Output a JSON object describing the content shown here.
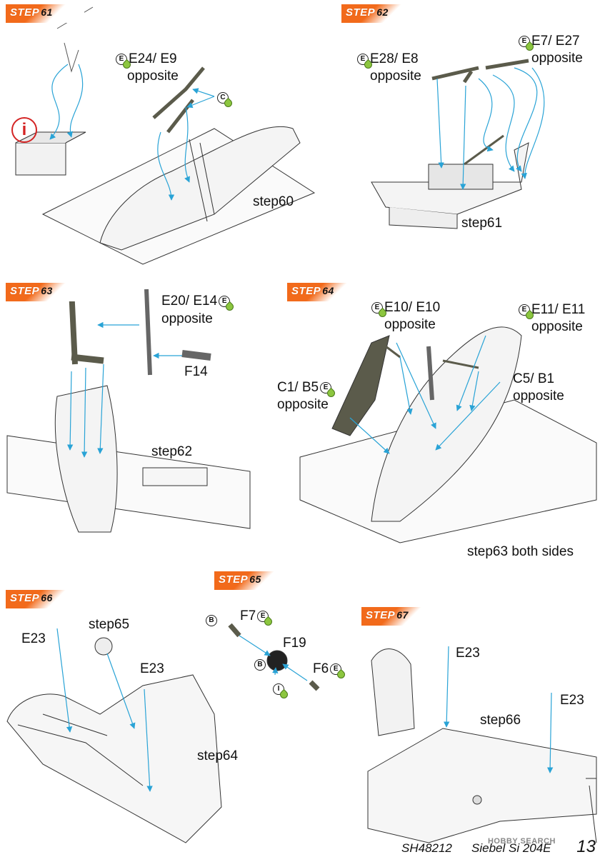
{
  "steps": {
    "s61": {
      "word": "STEP",
      "num": "61"
    },
    "s62": {
      "word": "STEP",
      "num": "62"
    },
    "s63": {
      "word": "STEP",
      "num": "63"
    },
    "s64": {
      "word": "STEP",
      "num": "64"
    },
    "s65": {
      "word": "STEP",
      "num": "65"
    },
    "s66": {
      "word": "STEP",
      "num": "66"
    },
    "s67": {
      "word": "STEP",
      "num": "67"
    }
  },
  "labels": {
    "e24": "E24/ E9",
    "e24_opp": "opposite",
    "step60": "step60",
    "e28": "E28/ E8",
    "e28_opp": "opposite",
    "e7": "E7/ E27",
    "e7_opp": "opposite",
    "step61": "step61",
    "e20": "E20/ E14",
    "e20_opp": "opposite",
    "f14": "F14",
    "step62": "step62",
    "e10": "E10/ E10",
    "e10_opp": "opposite",
    "e11": "E11/ E11",
    "e11_opp": "opposite",
    "c1": "C1/ B5",
    "c1_opp": "opposite",
    "c5": "C5/ B1",
    "c5_opp": "opposite",
    "step63both": "step63 both sides",
    "f7": "F7",
    "f19": "F19",
    "f6": "F6",
    "e23a": "E23",
    "step65": "step65",
    "e23b": "E23",
    "step64": "step64",
    "e23c": "E23",
    "e23d": "E23",
    "step66": "step66"
  },
  "badges": {
    "E": "E",
    "C": "C",
    "B": "B",
    "I": "I"
  },
  "info_icon": "i",
  "footer": {
    "code": "SH48212",
    "title": "Siebel Si 204E",
    "page": "13"
  },
  "watermark": "HOBBY SEARCH",
  "colors": {
    "accent": "#f26a1b",
    "arrow": "#29a3d6",
    "part": "#5b5b4b",
    "glue": "#8cc63f",
    "warning": "#d42424"
  }
}
